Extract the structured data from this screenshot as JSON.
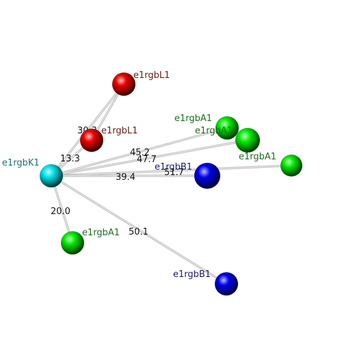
{
  "atoms": [
    {
      "id": "K1",
      "label": "e1rgbK1",
      "color": "#00e5ee",
      "label_color": "#1f6f6f"
    },
    {
      "id": "L1a",
      "label": "e1rgbL1",
      "color": "#ee0000",
      "label_color": "#6b1a1a"
    },
    {
      "id": "L1b",
      "label": "e1rgbL1",
      "color": "#ee0000",
      "label_color": "#6b1a1a"
    },
    {
      "id": "A1a",
      "label": "e1rgbA1",
      "color": "#00ee00",
      "label_color": "#1f6b1f"
    },
    {
      "id": "A1b",
      "label": "e1rgbA1",
      "color": "#00ee00",
      "label_color": "#1f6b1f"
    },
    {
      "id": "A1c",
      "label": "e1rgbA1",
      "color": "#00ee00",
      "label_color": "#1f6b1f"
    },
    {
      "id": "A1d",
      "label": "e1rgbA1",
      "color": "#00ee00",
      "label_color": "#1f6b1f"
    },
    {
      "id": "B1a",
      "label": "e1rgbB1",
      "color": "#0000ee",
      "label_color": "#1a1a6b"
    },
    {
      "id": "B1b",
      "label": "e1rgbB1",
      "color": "#0000ee",
      "label_color": "#1a1a6b"
    }
  ],
  "bonds": [
    {
      "from": "K1",
      "to": "L1a",
      "distance": ""
    },
    {
      "from": "K1",
      "to": "L1b",
      "distance": "13.3"
    },
    {
      "from": "K1",
      "to": "A1a",
      "distance": "45.2"
    },
    {
      "from": "K1",
      "to": "A1b",
      "distance": "47.7"
    },
    {
      "from": "K1",
      "to": "A1c",
      "distance": "51.7"
    },
    {
      "from": "K1",
      "to": "B1a",
      "distance": "39.4"
    },
    {
      "from": "K1",
      "to": "A1d",
      "distance": "20.0"
    },
    {
      "from": "K1",
      "to": "B1b",
      "distance": "50.1"
    },
    {
      "from": "L1b",
      "to": "L1a",
      "distance": "30.3"
    }
  ]
}
